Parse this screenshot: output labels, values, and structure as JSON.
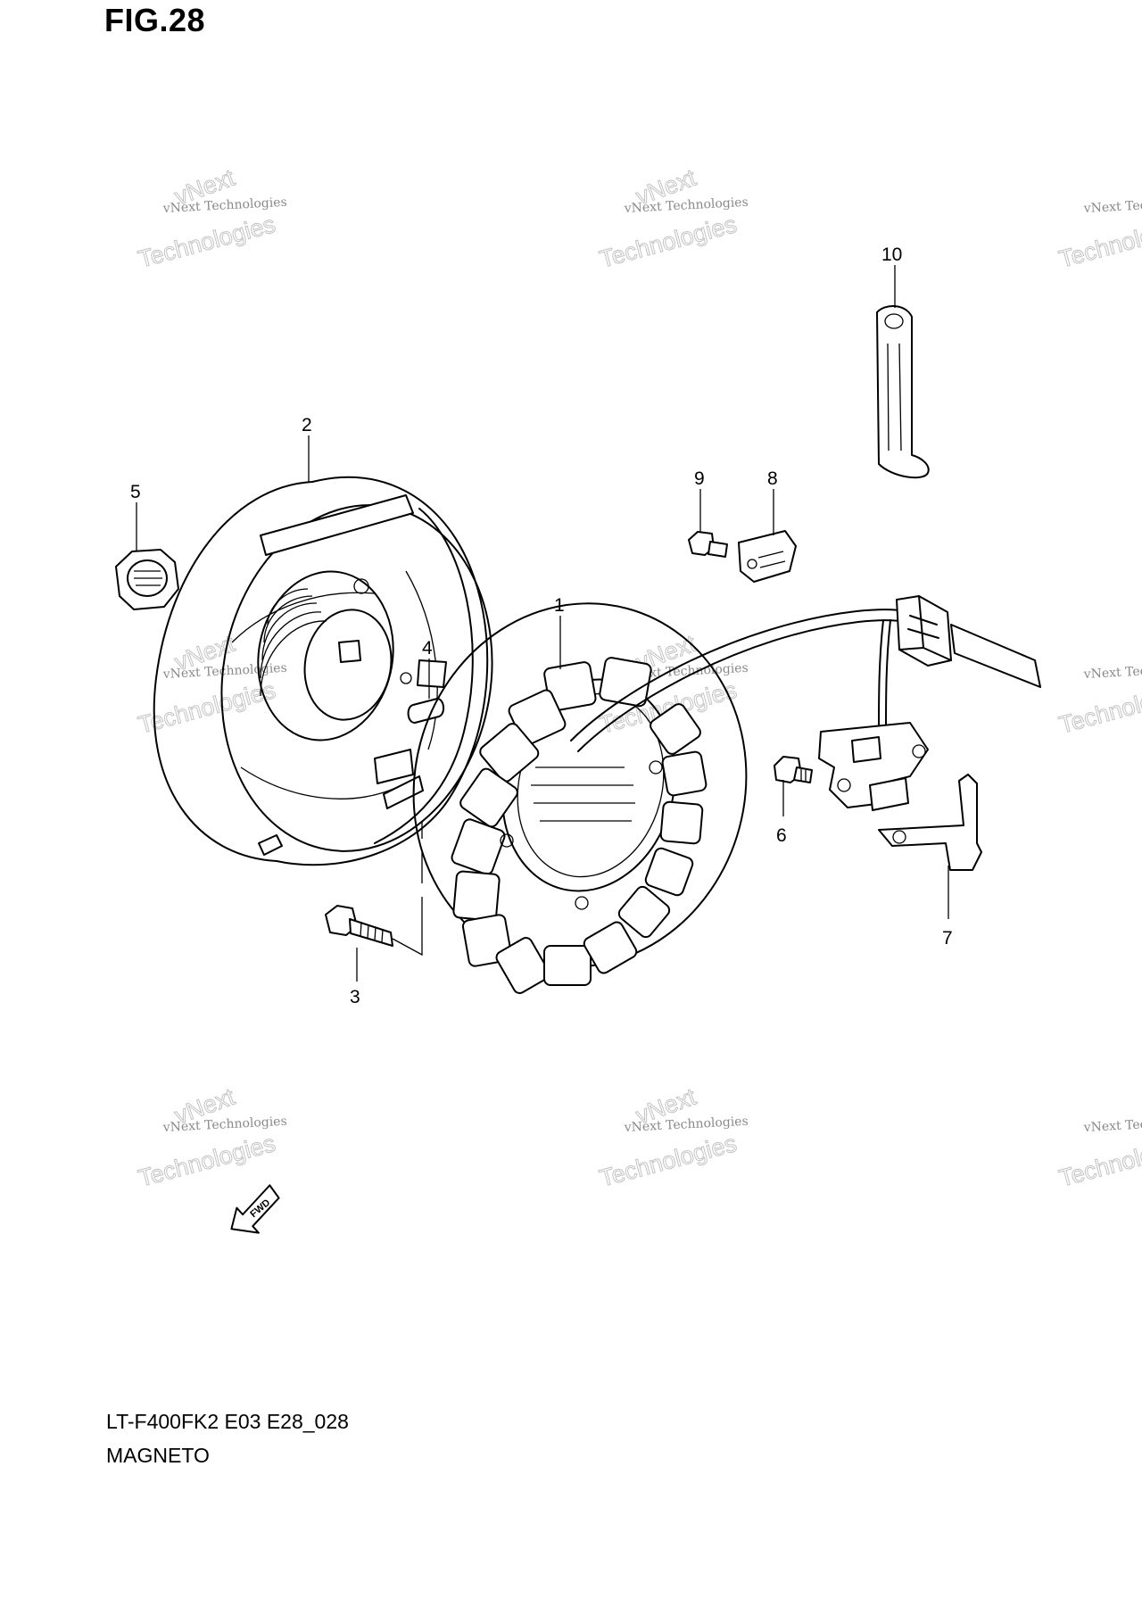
{
  "figure": {
    "title": "FIG.28",
    "code": "LT-F400FK2 E03 E28_028",
    "name": "MAGNETO",
    "fwd_label": "FWD"
  },
  "callouts": [
    "1",
    "2",
    "3",
    "4",
    "5",
    "6",
    "7",
    "8",
    "9",
    "10"
  ],
  "parts": [
    {
      "ref": "1",
      "kind": "stator-coil"
    },
    {
      "ref": "2",
      "kind": "rotor-flywheel"
    },
    {
      "ref": "3",
      "kind": "bolt"
    },
    {
      "ref": "4",
      "kind": "key"
    },
    {
      "ref": "5",
      "kind": "nut"
    },
    {
      "ref": "6",
      "kind": "screw"
    },
    {
      "ref": "7",
      "kind": "pickup-coil-bracket"
    },
    {
      "ref": "8",
      "kind": "clamp-plate"
    },
    {
      "ref": "9",
      "kind": "screw"
    },
    {
      "ref": "10",
      "kind": "clamp"
    }
  ],
  "watermark": {
    "line1": "vNext Technologies",
    "line2": "vNext",
    "line3": "Technologies"
  },
  "colors": {
    "line": "#000000",
    "background": "#ffffff",
    "watermark": "#8a8a8a"
  }
}
